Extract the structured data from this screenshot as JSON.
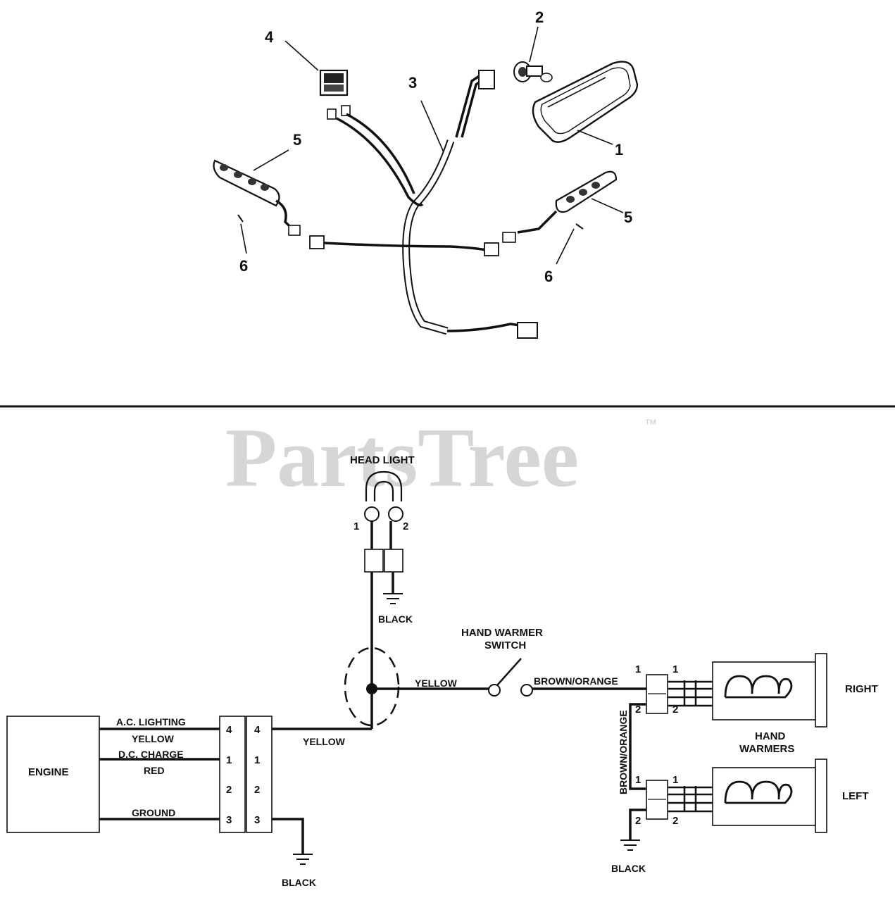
{
  "parts_view": {
    "callouts": [
      {
        "id": "1",
        "text": "1"
      },
      {
        "id": "2",
        "text": "2"
      },
      {
        "id": "3",
        "text": "3"
      },
      {
        "id": "4",
        "text": "4"
      },
      {
        "id": "5a",
        "text": "5"
      },
      {
        "id": "5b",
        "text": "5"
      },
      {
        "id": "6a",
        "text": "6"
      },
      {
        "id": "6b",
        "text": "6"
      }
    ]
  },
  "watermark": {
    "text": "PartsTree",
    "tm": "™"
  },
  "schematic": {
    "head_light": {
      "title": "HEAD LIGHT",
      "pin1": "1",
      "pin2": "2",
      "ground_label": "BLACK"
    },
    "switch": {
      "title_line1": "HAND WARMER",
      "title_line2": "SWITCH"
    },
    "wires": {
      "yellow_upper": "YELLOW",
      "brown_orange_top": "BROWN/ORANGE",
      "brown_orange_vertical": "BROWN/ORANGE",
      "yellow_lower": "YELLOW"
    },
    "engine": {
      "label": "ENGINE",
      "ac_lighting": "A.C. LIGHTING",
      "yellow": "YELLOW",
      "dc_charge": "D.C. CHARGE",
      "red": "RED",
      "ground": "GROUND",
      "ground_label": "BLACK"
    },
    "connector_pins_left": [
      "4",
      "1",
      "2",
      "3"
    ],
    "connector_pins_right": [
      "4",
      "1",
      "2",
      "3"
    ],
    "hand_warmers": {
      "title_line1": "HAND",
      "title_line2": "WARMERS",
      "right_label": "RIGHT",
      "left_label": "LEFT",
      "right_pins": {
        "a1": "1",
        "a2": "2",
        "b1": "1",
        "b2": "2"
      },
      "left_pins": {
        "a1": "1",
        "a2": "2",
        "b1": "1",
        "b2": "2"
      },
      "ground_label": "BLACK"
    }
  }
}
